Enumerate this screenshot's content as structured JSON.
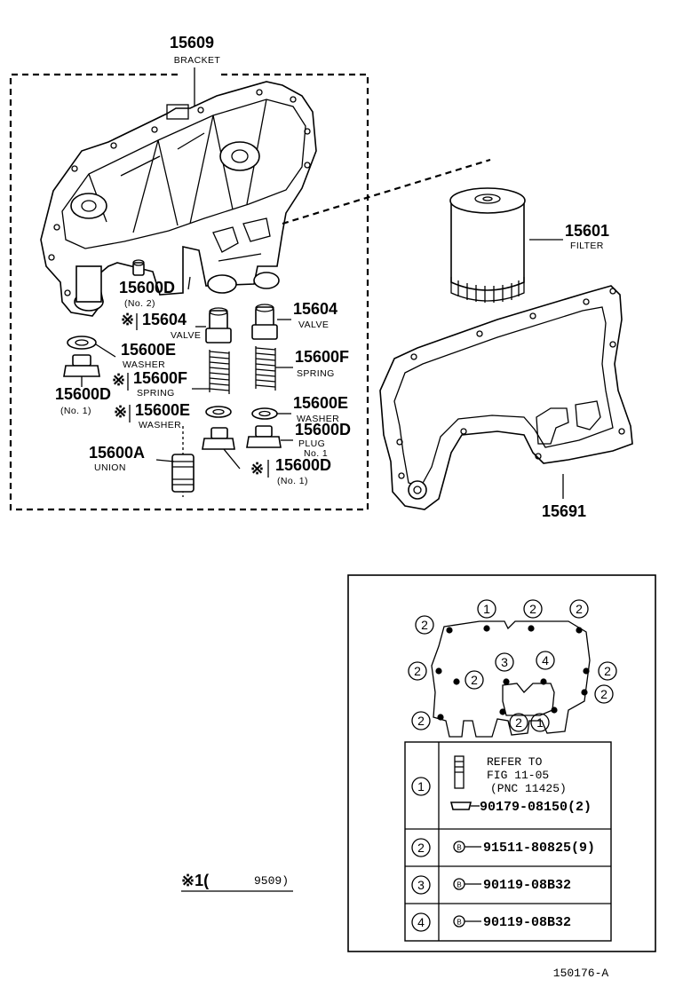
{
  "bracket": {
    "part_no": "15609",
    "name": "BRACKET"
  },
  "filter": {
    "part_no": "15601",
    "name": "FILTER"
  },
  "gasket": {
    "part_no": "15691"
  },
  "parts_left": {
    "plug_no2": {
      "part_no": "15600D",
      "note": "(No. 2)"
    },
    "valve": {
      "mark": "※",
      "part_no": "15604",
      "name": "VALVE"
    },
    "washer1": {
      "part_no": "15600E",
      "name": "WASHER"
    },
    "plug_no1": {
      "part_no": "15600D",
      "note": "(No. 1)"
    },
    "spring": {
      "mark": "※",
      "part_no": "15600F",
      "name": "SPRING"
    },
    "washer2": {
      "mark": "※",
      "part_no": "15600E",
      "name": "WASHER"
    },
    "union": {
      "part_no": "15600A",
      "name": "UNION"
    }
  },
  "parts_right": {
    "valve": {
      "part_no": "15604",
      "name": "VALVE"
    },
    "spring": {
      "part_no": "15600F",
      "name": "SPRING"
    },
    "washer": {
      "part_no": "15600E",
      "name": "WASHER"
    },
    "plug": {
      "part_no": "15600D",
      "name": "PLUG",
      "note": "No. 1"
    },
    "plug_bottom": {
      "mark": "※",
      "part_no": "15600D",
      "note": "(No. 1)"
    }
  },
  "bolt_positions": {
    "callouts": [
      "2",
      "1",
      "2",
      "2",
      "2",
      "3",
      "4",
      "2",
      "2",
      "2",
      "2",
      "2",
      "2",
      "1"
    ]
  },
  "bolt_table": [
    {
      "key": "1",
      "refer_lines": [
        "REFER TO",
        "FIG 11-05",
        "(PNC 11425)"
      ],
      "part": "90179-08150(2)"
    },
    {
      "key": "2",
      "part": "91511-80825(9)",
      "prefix": "B"
    },
    {
      "key": "3",
      "part": "90119-08B32",
      "prefix": "B"
    },
    {
      "key": "4",
      "part": "90119-08B32",
      "prefix": "B"
    }
  ],
  "footnote": {
    "mark": "※1(",
    "date": "9509)"
  },
  "figure_id": "150176-A"
}
